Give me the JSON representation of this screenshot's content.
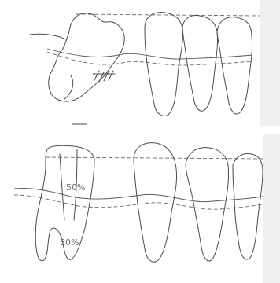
{
  "top_diagram": {
    "icon": "tilted-molar-with-premolars-icon",
    "hatch_marks": 4
  },
  "bottom_diagram": {
    "icon": "molar-root-bone-support-icon",
    "crown_label": "50%",
    "root_label": "50%"
  }
}
